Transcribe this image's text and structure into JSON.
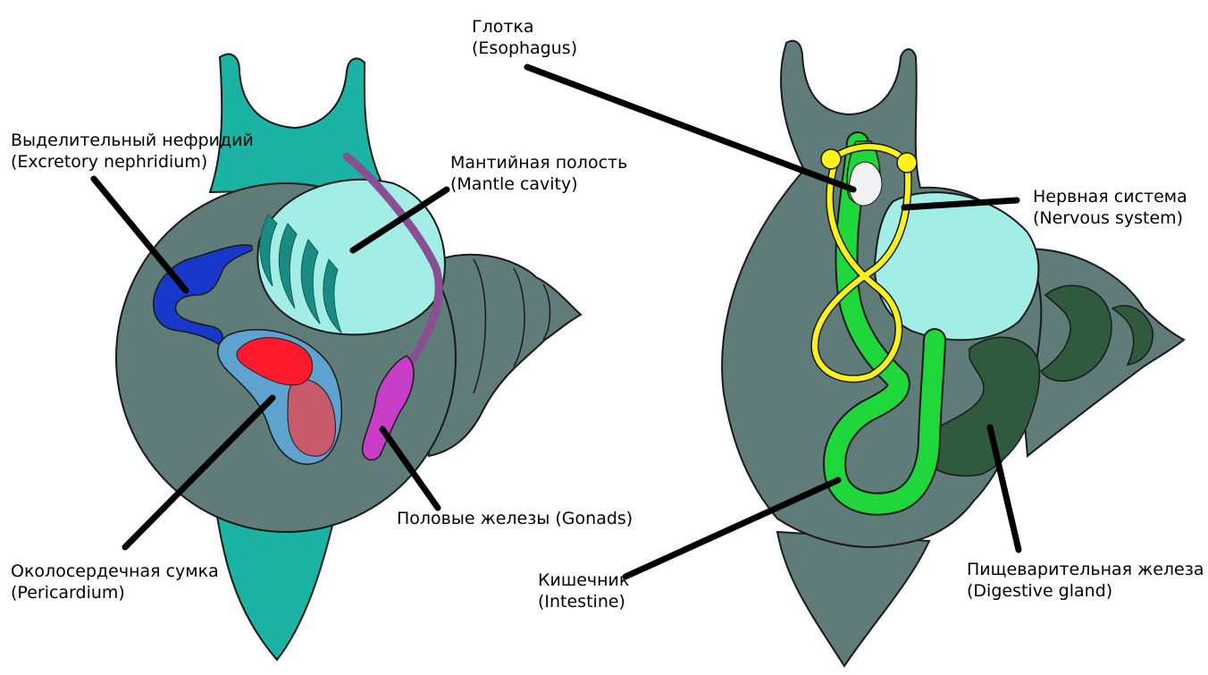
{
  "diagram": {
    "labels": {
      "excretory": {
        "ru": "Выделительный нефридий",
        "en": "(Excretory nephridium)"
      },
      "mantle": {
        "ru": "Мантийная полость",
        "en": "(Mantle cavity)"
      },
      "gonads": {
        "ru": "Половые железы (Gonads)"
      },
      "pericardium": {
        "ru": "Околосердечная сумка",
        "en": "(Pericardium)"
      },
      "esophagus": {
        "ru": "Глотка",
        "en": "(Esophagus)"
      },
      "nervous": {
        "ru": "Нервная система",
        "en": "(Nervous system)"
      },
      "intestine": {
        "ru": "Кишечник",
        "en": "(Intestine)"
      },
      "digestive": {
        "ru": "Пищеварительная железа",
        "en": "(Digestive gland)"
      }
    },
    "colors": {
      "body": "#5f7c79",
      "head": "#1ab3a4",
      "mantle": "#a2eee7",
      "gills": "#1a8b80",
      "nephridium": "#1738c9",
      "pericardium": "#5ea3cf",
      "heart_upper": "#ff1a2e",
      "heart_lower": "#c95a6b",
      "gonads": "#c93ec9",
      "gonoduct": "#8a4f93",
      "intestine": "#1fd63b",
      "nerves": "#fff21a",
      "digestive_gland": "#2f5a3e",
      "outline": "#1a1a1a"
    }
  }
}
